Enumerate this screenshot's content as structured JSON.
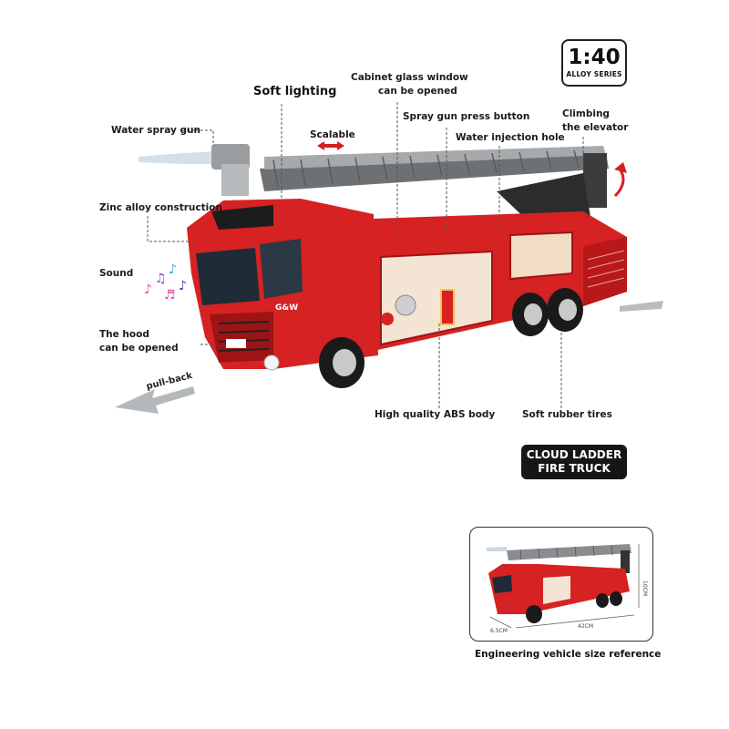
{
  "badges": {
    "scale_ratio": "1:40",
    "scale_series": "ALLOY SERIES",
    "name_line1": "CLOUD LADDER",
    "name_line2": "FIRE TRUCK"
  },
  "labels": {
    "soft_lighting": "Soft lighting",
    "cabinet_line1": "Cabinet glass window",
    "cabinet_line2": "can be opened",
    "spray_gun_button": "Spray gun press button",
    "climbing_line1": "Climbing",
    "climbing_line2": "the elevator",
    "water_spray_gun": "Water spray gun",
    "scalable": "Scalable",
    "water_injection": "Water injection hole",
    "zinc_alloy": "Zinc alloy construction",
    "sound": "Sound",
    "hood_line1": "The hood",
    "hood_line2": "can be opened",
    "pull_back": "pull-back",
    "abs_body": "High quality ABS body",
    "rubber_tires": "Soft rubber tires"
  },
  "reference": {
    "caption": "Engineering vehicle size reference",
    "dim_length": "42CM",
    "dim_width": "6.5CM",
    "dim_height": "10CM"
  },
  "cab_text": "G&W",
  "colors": {
    "truck_red": "#d62222",
    "truck_dark_red": "#9e1414",
    "ladder_grey": "#8a8d90",
    "badge_black": "#161616"
  }
}
